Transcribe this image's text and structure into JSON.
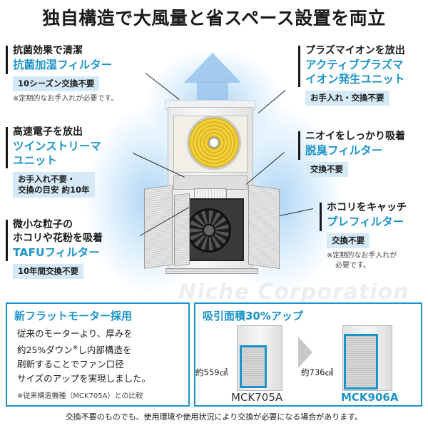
{
  "headline": "独自構造で大風量と省スペース設置を両立",
  "callouts": {
    "antibacterial": {
      "sub": "抗菌効果で清潔",
      "main": "抗菌加湿フィルター",
      "tag": "10シーズン交換不要",
      "note": "※定期的なお手入れが必要です。"
    },
    "streamer": {
      "sub": "高速電子を放出",
      "main1": "ツインストリーマ",
      "main2": "ユニット",
      "tag1": "お手入れ不要・",
      "tag2": "交換の目安 約10年"
    },
    "tafu": {
      "sub1": "微小な粒子の",
      "sub2": "ホコリや花粉を吸着",
      "main": "TAFUフィルター",
      "tag": "10年間交換不要"
    },
    "plasma": {
      "sub": "プラズマイオンを放出",
      "main1": "アクティブプラズマ",
      "main2": "イオン発生ユニット",
      "tag": "お手入れ・交換不要"
    },
    "deodorant": {
      "sub": "ニオイをしっかり吸着",
      "main": "脱臭フィルター",
      "tag": "交換不要"
    },
    "prefilter": {
      "sub": "ホコリをキャッチ",
      "main": "プレフィルター",
      "tag": "交換不要",
      "note1": "※定期的なお手入れが",
      "note2": "必要です。"
    }
  },
  "watermark": "Niche Corporation",
  "motor_box": {
    "title": "新フラットモーター採用",
    "line1": "従来のモーターより、厚みを",
    "line2a": "約25%ダウン",
    "line2sup": "※",
    "line2b": "し内部構造を",
    "line3": "刷新することでファン口径",
    "line4": "サイズのアップを実現しました。",
    "note": "※従来構造機種（MCK705A）との比較"
  },
  "intake_box": {
    "title": "吸引面積30%アップ",
    "old_area": "約559㎠",
    "old_model": "MCK705A",
    "new_area": "約736㎠",
    "new_model": "MCK906A"
  },
  "footer": "交換不要のものでも、使用環境や使用状況により交換が必要になる場合があります。",
  "colors": {
    "accent": "#1c93c9",
    "tag_bg": "#d5e9f6",
    "text": "#1a1a1a"
  },
  "icons": [
    "airflow-arrow-icon",
    "arrow-right-icon"
  ]
}
